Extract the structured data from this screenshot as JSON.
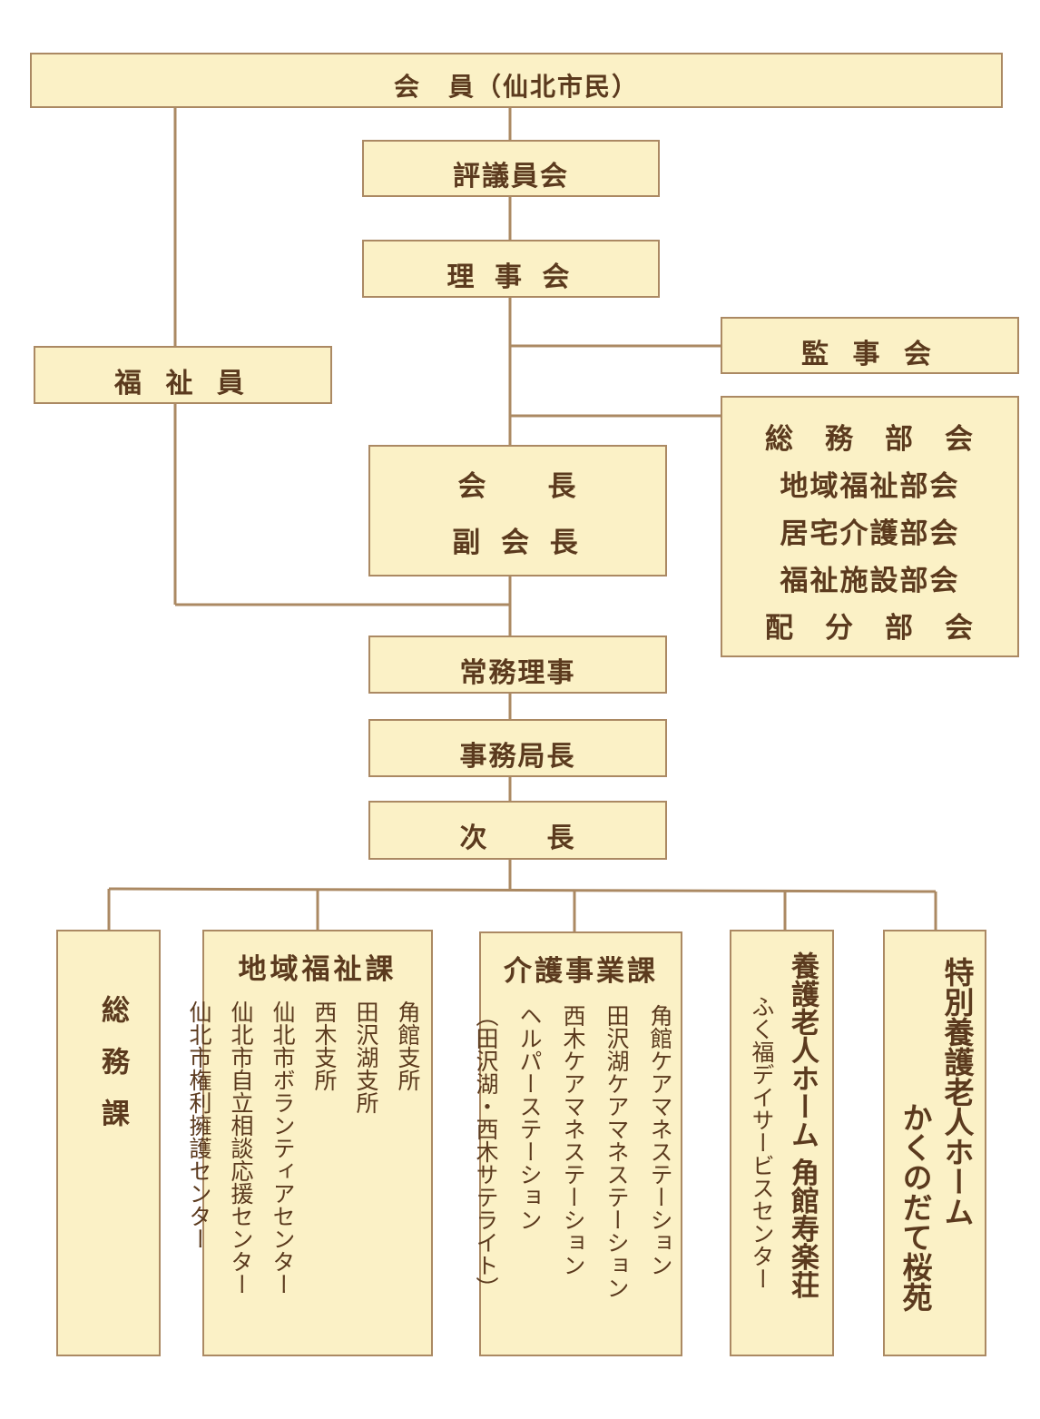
{
  "colors": {
    "box_fill": "#fbf1c6",
    "box_border": "#ab8963",
    "line": "#ab8963",
    "text": "#5b3a1e"
  },
  "members": "会　員（仙北市民）",
  "council": "評議員会",
  "board": "理 事 会",
  "welfare_volunteers": "福 祉 員",
  "auditors": "監 事 会",
  "committees": [
    "総　務　部　会",
    "地域福祉部会",
    "居宅介護部会",
    "福祉施設部会",
    "配　分　部　会"
  ],
  "president": "会　　長",
  "vice_president": "副 会 長",
  "executive_director": "常務理事",
  "secretary_general": "事務局長",
  "deputy_director": "次　　長",
  "general_affairs": "総務課",
  "community_welfare": {
    "title": "地域福祉課",
    "items": [
      "角館支所",
      "田沢湖支所",
      "西木支所",
      "仙北市ボランティアセンター",
      "仙北市自立相談応援センター",
      "仙北市権利擁護センター"
    ]
  },
  "care_services": {
    "title": "介護事業課",
    "items": [
      "角館ケアマネステーション",
      "田沢湖ケアマネステーション",
      "西木ケアマネステーション",
      "ヘルパーステーション",
      "（田沢湖・西木サテライト）"
    ]
  },
  "nursing_home": {
    "title": "養護老人ホーム 角館寿楽荘",
    "sub": "ふく福デイサービスセンター"
  },
  "special_nursing_home": {
    "title": "特別養護老人ホーム",
    "name": "かくのだて桜苑"
  }
}
